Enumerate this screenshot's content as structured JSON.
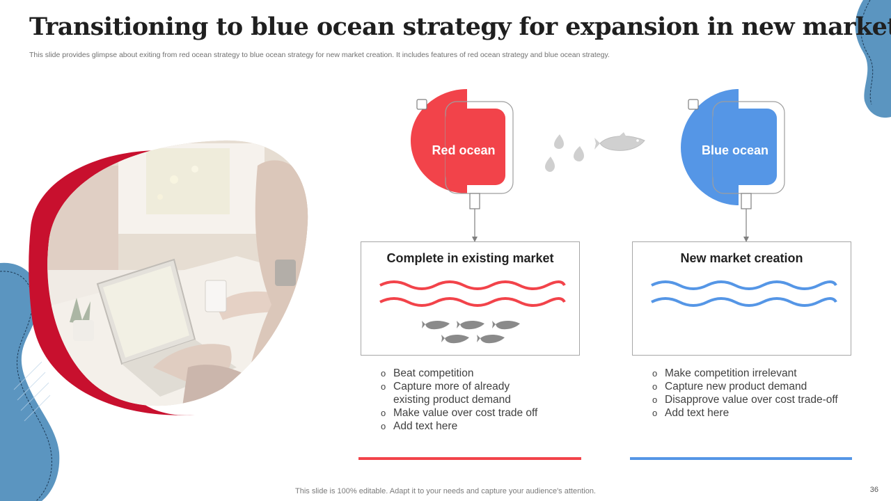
{
  "slide": {
    "title": "Transitioning to blue ocean strategy for expansion in new market",
    "subtitle": "This slide provides glimpse about exiting from red ocean strategy to blue ocean strategy for new market creation. It includes features of red ocean strategy and blue ocean strategy.",
    "footer": "This slide is 100% editable. Adapt it to your needs and capture your audience's attention.",
    "page_number": "36"
  },
  "colors": {
    "red": "#f2434a",
    "blue": "#5596e6",
    "dark_red": "#c8102e",
    "steel_blue": "#5b95c0",
    "fish_gray": "#8a8a8a"
  },
  "red_ocean": {
    "label": "Red ocean",
    "box_title": "Complete in existing market",
    "bullets": [
      "Beat competition",
      "Capture more of already existing product demand",
      "Make value  over cost trade off",
      "Add text here"
    ]
  },
  "blue_ocean": {
    "label": "Blue  ocean",
    "box_title": "New market creation",
    "bullets": [
      "Make competition irrelevant",
      "Capture new product demand",
      "Disapprove value over cost trade-off",
      "Add text here"
    ]
  },
  "icons": [
    "fish-icon",
    "water-drop-icon",
    "laptop-photo"
  ]
}
